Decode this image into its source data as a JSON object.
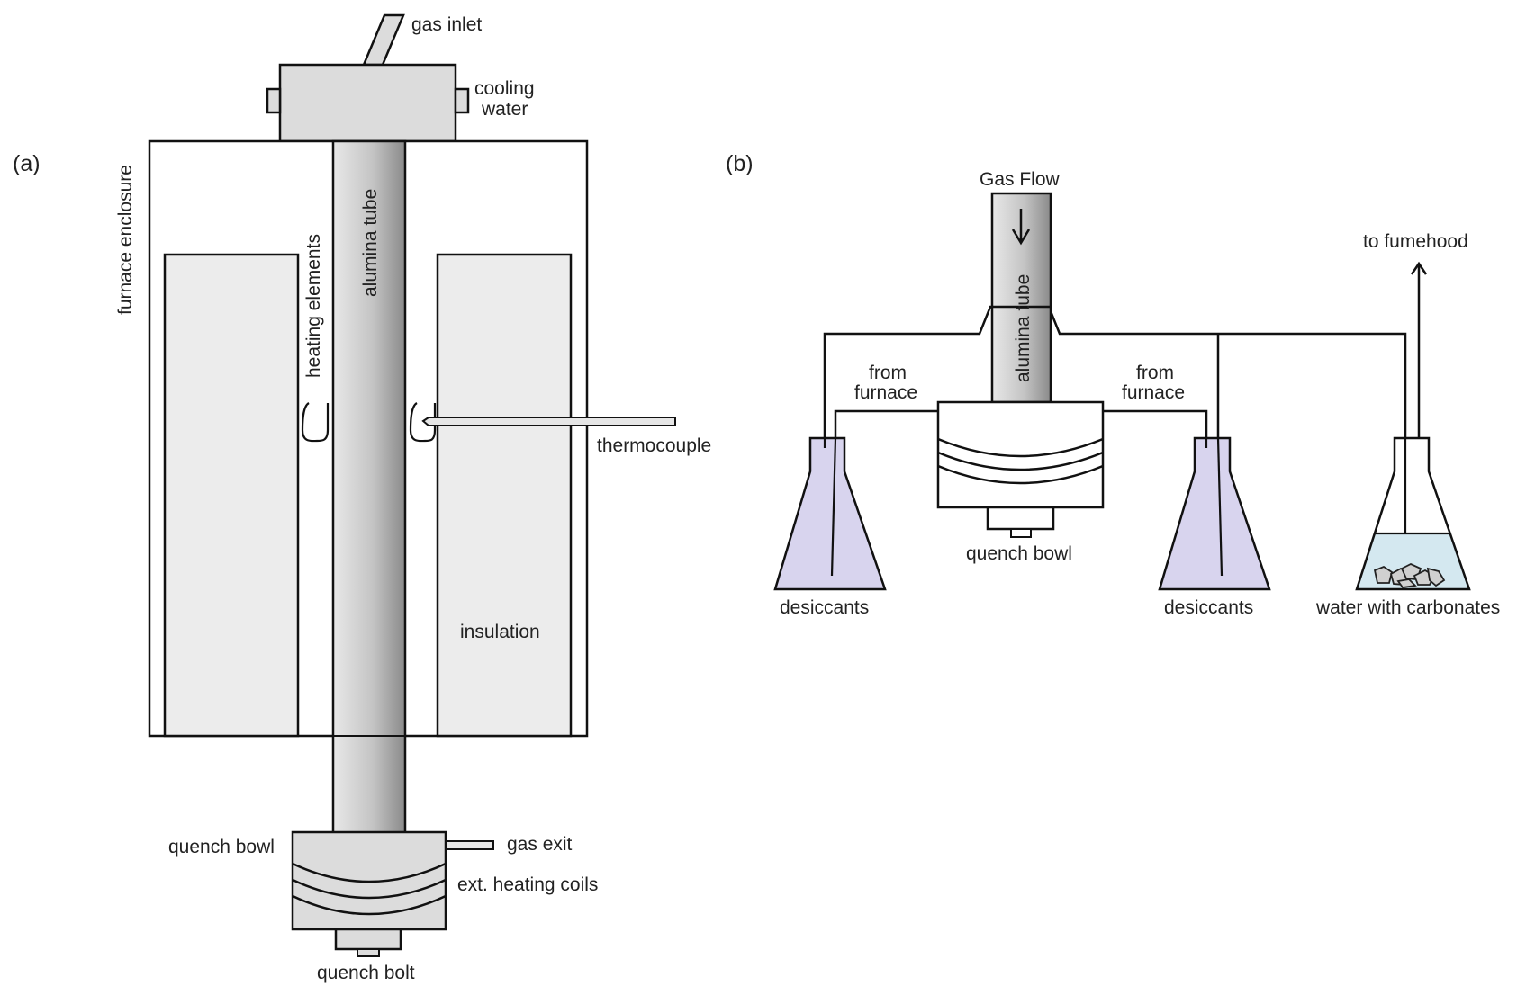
{
  "colors": {
    "outline": "#111111",
    "light_gray": "#dcdcdc",
    "insulation_gray": "#ececec",
    "tube_light": "#e6e6e6",
    "tube_dark": "#8e8e8e",
    "desiccant_purple": "#d8d4ee",
    "water_blue": "#d4e8f0",
    "rock_gray": "#d0d0d0"
  },
  "panel_a": {
    "label": "(a)",
    "gas_inlet": "gas inlet",
    "cooling_water_line1": "cooling",
    "cooling_water_line2": "water",
    "furnace_enclosure": "furnace enclosure",
    "heating_elements": "heating elements",
    "alumina_tube": "alumina tube",
    "thermocouple": "thermocouple",
    "insulation": "insulation",
    "quench_bowl": "quench bowl",
    "gas_exit": "gas exit",
    "ext_heating_coils": "ext. heating coils",
    "quench_bolt": "quench bolt"
  },
  "panel_b": {
    "label": "(b)",
    "gas_flow": "Gas Flow",
    "alumina_tube": "alumina tube",
    "to_fumehood": "to fumehood",
    "from_furnace_left_line1": "from",
    "from_furnace_left_line2": "furnace",
    "from_furnace_right_line1": "from",
    "from_furnace_right_line2": "furnace",
    "quench_bowl": "quench bowl",
    "desiccants_left": "desiccants",
    "desiccants_right": "desiccants",
    "water_with_carbonates": "water with carbonates"
  }
}
